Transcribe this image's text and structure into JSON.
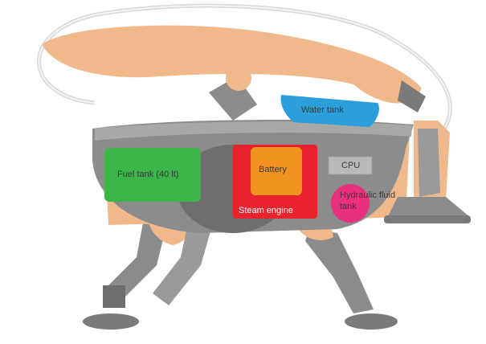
{
  "diagram": {
    "labels": {
      "water_tank": "Water tank",
      "fuel_tank": "Fuel tank (40 lt)",
      "battery": "Battery",
      "cpu": "CPU",
      "steam_engine": "Steam engine",
      "hydraulic_line1": "Hydraulic fluid",
      "hydraulic_line2": "tank"
    },
    "colors": {
      "body_grey": "#8c8c8c",
      "body_dark": "#6e6e6e",
      "skin": "#f0b98c",
      "hose": "#d8d8d8",
      "water_tank": "#2b9fd9",
      "fuel_tank": "#3cb54a",
      "steam_engine": "#e8222e",
      "battery": "#f39321",
      "cpu": "#b9b9b9",
      "hydraulic_tank": "#e8307c"
    }
  }
}
